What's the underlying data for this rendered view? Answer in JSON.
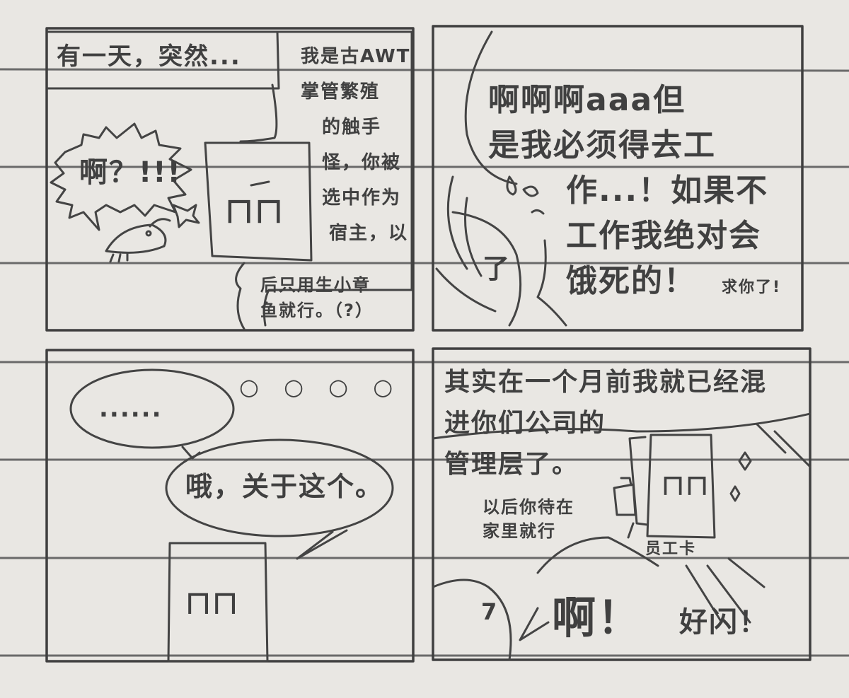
{
  "panel1": {
    "caption": "有一天，突然...",
    "exclaim": "啊？!!!",
    "narration_lines": [
      "我是古AWT",
      "掌管繁殖",
      "的触手",
      "怪，你被",
      "选中作为",
      "宿主，以"
    ],
    "narration_tail_lines": [
      "后只用生小章",
      "鱼就行。（?）"
    ],
    "face": "ㄇㄇ"
  },
  "panel2": {
    "speech_lines": [
      "啊啊啊aaa但",
      "是我必须得去工",
      "作...！如果不",
      "工作我绝对会",
      "饿死的！"
    ],
    "speech_small": "求你了!",
    "face": "了"
  },
  "panel3": {
    "thought": "......",
    "thought_dots": "○ ○ ○ ○",
    "speech": "哦，关于这个。",
    "face": "ㄇㄇ"
  },
  "panel4": {
    "narration_lines": [
      "其实在一个月前我就已经混",
      "进你们公司的",
      "管理层了。"
    ],
    "speech_small_lines": [
      "以后你待在",
      "家里就行"
    ],
    "badge_label": "员工卡",
    "shout": "啊！",
    "shout_small": "好闪！",
    "face": "ㄇㄇ",
    "face_small": "7"
  }
}
